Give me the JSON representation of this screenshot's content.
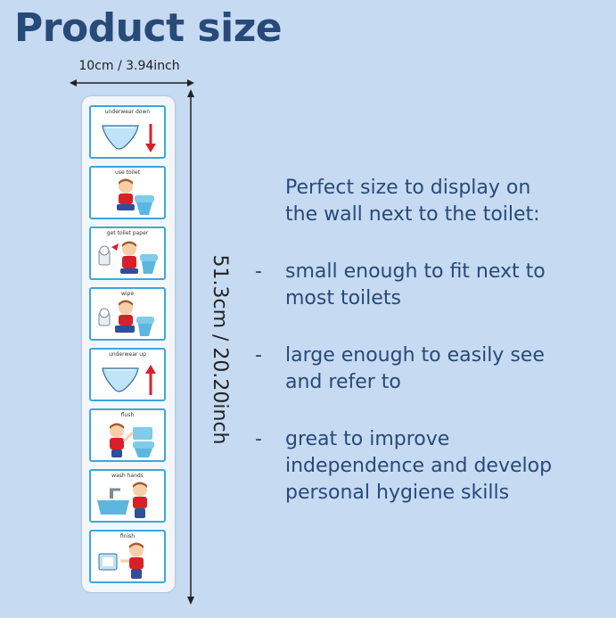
{
  "title": "Product size",
  "dimensions": {
    "width_label": "10cm / 3.94inch",
    "height_label": "51.3cm / 20.20inch"
  },
  "description": {
    "line1": "Perfect size to display on",
    "line2": "the wall next to the toilet:"
  },
  "bullets": [
    {
      "dash": "-",
      "line1": "small enough to fit next to",
      "line2": "most toilets",
      "line3": ""
    },
    {
      "dash": "-",
      "line1": "large enough to easily see",
      "line2": "and refer to",
      "line3": ""
    },
    {
      "dash": "-",
      "line1": "great to improve",
      "line2": "independence and develop",
      "line3": "personal hygiene skills"
    }
  ],
  "steps": [
    {
      "label": "underwear down",
      "icon": "underwear-down-icon"
    },
    {
      "label": "use toilet",
      "icon": "child-on-toilet-icon"
    },
    {
      "label": "get toilet paper",
      "icon": "toilet-paper-icon"
    },
    {
      "label": "wipe",
      "icon": "wipe-icon"
    },
    {
      "label": "underwear up",
      "icon": "underwear-up-icon"
    },
    {
      "label": "flush",
      "icon": "flush-icon"
    },
    {
      "label": "wash hands",
      "icon": "wash-hands-icon"
    },
    {
      "label": "finish",
      "icon": "finish-icon"
    }
  ],
  "colors": {
    "background": "#c6daf2",
    "title_text": "#274a79",
    "card_border": "#3ba7da",
    "arrow_red": "#d8202a"
  }
}
